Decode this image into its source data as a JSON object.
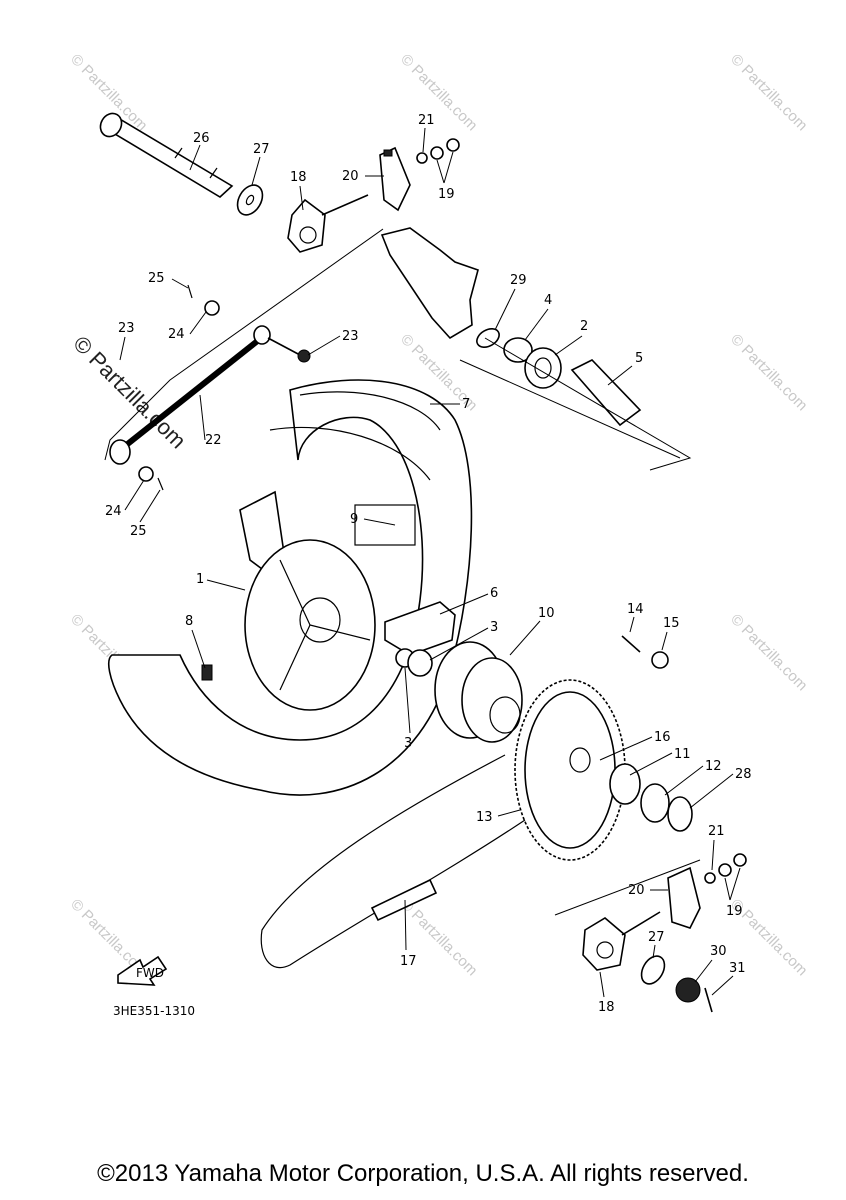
{
  "callouts": [
    {
      "id": "c26",
      "label": "26"
    },
    {
      "id": "c27a",
      "label": "27"
    },
    {
      "id": "c21a",
      "label": "21"
    },
    {
      "id": "c20a",
      "label": "20"
    },
    {
      "id": "c19a",
      "label": "19"
    },
    {
      "id": "c18a",
      "label": "18"
    },
    {
      "id": "c29",
      "label": "29"
    },
    {
      "id": "c4",
      "label": "4"
    },
    {
      "id": "c2",
      "label": "2"
    },
    {
      "id": "c5",
      "label": "5"
    },
    {
      "id": "c25a",
      "label": "25"
    },
    {
      "id": "c24a",
      "label": "24"
    },
    {
      "id": "c23a",
      "label": "23"
    },
    {
      "id": "c23b",
      "label": "23"
    },
    {
      "id": "c7",
      "label": "7"
    },
    {
      "id": "c22",
      "label": "22"
    },
    {
      "id": "c24b",
      "label": "24"
    },
    {
      "id": "c25b",
      "label": "25"
    },
    {
      "id": "c9",
      "label": "9"
    },
    {
      "id": "c1",
      "label": "1"
    },
    {
      "id": "c6",
      "label": "6"
    },
    {
      "id": "c10",
      "label": "10"
    },
    {
      "id": "c14",
      "label": "14"
    },
    {
      "id": "c15",
      "label": "15"
    },
    {
      "id": "c8",
      "label": "8"
    },
    {
      "id": "c3a",
      "label": "3"
    },
    {
      "id": "c3b",
      "label": "3"
    },
    {
      "id": "c16",
      "label": "16"
    },
    {
      "id": "c11",
      "label": "11"
    },
    {
      "id": "c12",
      "label": "12"
    },
    {
      "id": "c28",
      "label": "28"
    },
    {
      "id": "c13",
      "label": "13"
    },
    {
      "id": "c21b",
      "label": "21"
    },
    {
      "id": "c20b",
      "label": "20"
    },
    {
      "id": "c19b",
      "label": "19"
    },
    {
      "id": "c27b",
      "label": "27"
    },
    {
      "id": "c17",
      "label": "17"
    },
    {
      "id": "c30",
      "label": "30"
    },
    {
      "id": "c31",
      "label": "31"
    },
    {
      "id": "c18b",
      "label": "18"
    }
  ],
  "diagram_code": "3HE351-1310",
  "fwd_label": "FWD",
  "watermark_text": "© Partzilla.com",
  "copyright": "©2013 Yamaha Motor Corporation, U.S.A. All rights reserved."
}
